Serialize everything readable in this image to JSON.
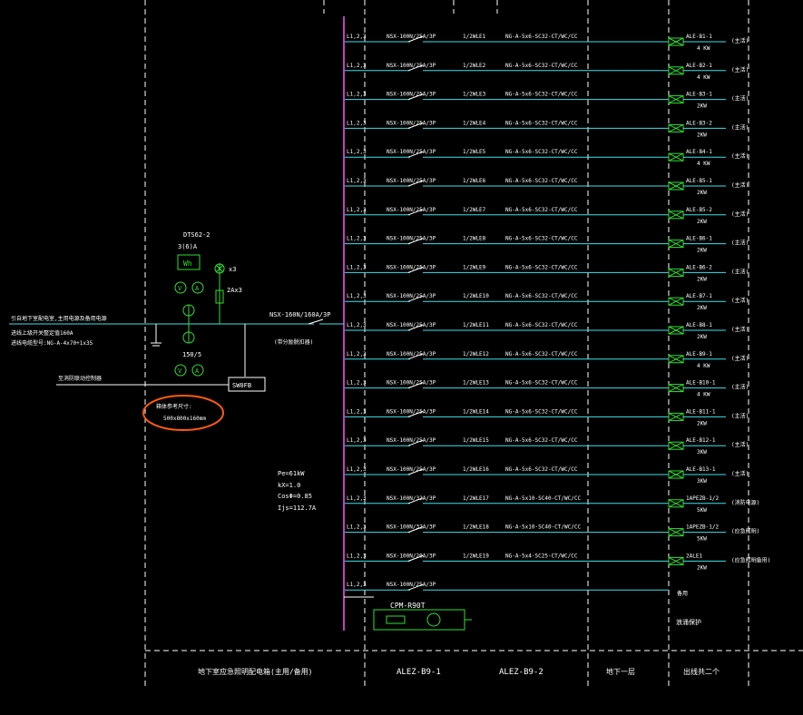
{
  "colors": {
    "background": "#000000",
    "line": "#ffffff",
    "cyan": "#40e0e8",
    "bus": "#c040c0",
    "green": "#30e030",
    "orange": "#ff5a10"
  },
  "circuits": [
    {
      "phase": "L1,2,3",
      "breaker": "NSX-100N/25A/3P",
      "circuit": "1/2WLE1",
      "cable": "NG-A-5x6-SC32-CT/WC/CC",
      "load": "ALE-B1-1",
      "power": "4 KW",
      "note": "(主活)"
    },
    {
      "phase": "L1,2,3",
      "breaker": "NSX-100N/25A/3P",
      "circuit": "1/2WLE2",
      "cable": "NG-A-5x6-SC32-CT/WC/CC",
      "load": "ALE-B2-1",
      "power": "4 KW",
      "note": "(主活)"
    },
    {
      "phase": "L1,2,3",
      "breaker": "NSX-100N/25A/3P",
      "circuit": "1/2WLE3",
      "cable": "NG-A-5x6-SC32-CT/WC/CC",
      "load": "ALE-B3-1",
      "power": "2KW",
      "note": "(主活)"
    },
    {
      "phase": "L1,2,3",
      "breaker": "NSX-100N/25A/3P",
      "circuit": "1/2WLE4",
      "cable": "NG-A-5x6-SC32-CT/WC/CC",
      "load": "ALE-B3-2",
      "power": "2KW",
      "note": "(主活)"
    },
    {
      "phase": "L1,2,3",
      "breaker": "NSX-100N/25A/3P",
      "circuit": "1/2WLE5",
      "cable": "NG-A-5x6-SC32-CT/WC/CC",
      "load": "ALE-B4-1",
      "power": "4 KW",
      "note": "(主活)"
    },
    {
      "phase": "L1,2,3",
      "breaker": "NSX-100N/25A/3P",
      "circuit": "1/2WLE6",
      "cable": "NG-A-5x6-SC32-CT/WC/CC",
      "load": "ALE-B5-1",
      "power": "2KW",
      "note": "(主活)"
    },
    {
      "phase": "L1,2,3",
      "breaker": "NSX-100N/25A/3P",
      "circuit": "1/2WLE7",
      "cable": "NG-A-5x6-SC32-CT/WC/CC",
      "load": "ALE-B5-2",
      "power": "2KW",
      "note": "(主活)"
    },
    {
      "phase": "L1,2,3",
      "breaker": "NSX-100N/25A/3P",
      "circuit": "1/2WLE8",
      "cable": "NG-A-5x6-SC32-CT/WC/CC",
      "load": "ALE-B6-1",
      "power": "2KW",
      "note": "(主活)"
    },
    {
      "phase": "L1,2,3",
      "breaker": "NSX-100N/25A/3P",
      "circuit": "1/2WLE9",
      "cable": "NG-A-5x6-SC32-CT/WC/CC",
      "load": "ALE-B6-2",
      "power": "2KW",
      "note": "(主活)"
    },
    {
      "phase": "L1,2,3",
      "breaker": "NSX-100N/25A/3P",
      "circuit": "1/2WLE10",
      "cable": "NG-A-5x6-SC32-CT/WC/CC",
      "load": "ALE-B7-1",
      "power": "2KW",
      "note": "(主活)"
    },
    {
      "phase": "L1,2,3",
      "breaker": "NSX-100N/25A/3P",
      "circuit": "1/2WLE11",
      "cable": "NG-A-5x6-SC32-CT/WC/CC",
      "load": "ALE-B8-1",
      "power": "2KW",
      "note": "(主活)"
    },
    {
      "phase": "L1,2,3",
      "breaker": "NSX-100N/25A/3P",
      "circuit": "1/2WLE12",
      "cable": "NG-A-5x6-SC32-CT/WC/CC",
      "load": "ALE-B9-1",
      "power": "4 KW",
      "note": "(主活)"
    },
    {
      "phase": "L1,2,3",
      "breaker": "NSX-100N/25A/3P",
      "circuit": "1/2WLE13",
      "cable": "NG-A-5x6-SC32-CT/WC/CC",
      "load": "ALE-B10-1",
      "power": "4 KW",
      "note": "(主活)"
    },
    {
      "phase": "L1,2,3",
      "breaker": "NSX-100N/25A/3P",
      "circuit": "1/2WLE14",
      "cable": "NG-A-5x6-SC32-CT/WC/CC",
      "load": "ALE-B11-1",
      "power": "2KW",
      "note": "(主活)"
    },
    {
      "phase": "L1,2,3",
      "breaker": "NSX-100N/25A/3P",
      "circuit": "1/2WLE15",
      "cable": "NG-A-5x6-SC32-CT/WC/CC",
      "load": "ALE-B12-1",
      "power": "3KW",
      "note": "(主活)"
    },
    {
      "phase": "L1,2,3",
      "breaker": "NSX-100N/25A/3P",
      "circuit": "1/2WLE16",
      "cable": "NG-A-5x6-SC32-CT/WC/CC",
      "load": "ALE-B13-1",
      "power": "3KW",
      "note": "(主活)"
    },
    {
      "phase": "L1,2,3",
      "breaker": "NSX-100N/32A/3P",
      "circuit": "1/2WLE17",
      "cable": "NG-A-5x10-SC40-CT/WC/CC",
      "load": "1APEZB-1/2",
      "power": "5KW",
      "note": "(消防电源)"
    },
    {
      "phase": "L1,2,3",
      "breaker": "NSX-100N/32A/3P",
      "circuit": "1/2WLE18",
      "cable": "NG-A-5x10-SC40-CT/WC/CC",
      "load": "1APEZB-1/2",
      "power": "5KW",
      "note": "(应急照明)"
    },
    {
      "phase": "L1,2,3",
      "breaker": "NSX-100N/20A/3P",
      "circuit": "1/2WLE19",
      "cable": "NG-A-5x4-SC25-CT/WC/CC",
      "load": "2ALE1",
      "power": "2KW",
      "note": "(应急照明备用)"
    },
    {
      "phase": "L1,2,3",
      "breaker": "NSX-100N/25A/3P",
      "circuit": "",
      "cable": "",
      "load": "备用",
      "power": "",
      "note": ""
    }
  ],
  "spd": {
    "label": "CPM-R90T",
    "note": "浪涌保护"
  },
  "incoming": {
    "meter_model": "DTS62-2",
    "meter_rating": "3(6)A",
    "meter_symbol": "Wh",
    "lamp_label": "x3",
    "fuse_label": "2Ax3",
    "ct_ratio": "150/5",
    "source_line1": "引自地下室配电室,主用电源及备用电源",
    "source_line2": "进线上级开关整定值160A",
    "source_line3": "进线电缆型号:NG-A-4x70+1x35",
    "main_breaker": "NSX-160N/160A/3P",
    "main_breaker_note": "(带分励脱扣器)",
    "fire_signal": "至消防联动控制器",
    "fire_box": "SW0FB",
    "dim_line1": "箱体参考尺寸:",
    "dim_line2": "500x800x160mm",
    "pe": "Pe=61kW",
    "kx": "kX=1.0",
    "cos": "CosΦ=0.85",
    "ijs": "Ijs=112.7A"
  },
  "footer": {
    "c1": "地下室应急照明配电箱(主用/备用)",
    "c2": "ALEZ-B9-1",
    "c3": "ALEZ-B9-2",
    "c4": "地下一层",
    "c5": "出线共二个"
  }
}
